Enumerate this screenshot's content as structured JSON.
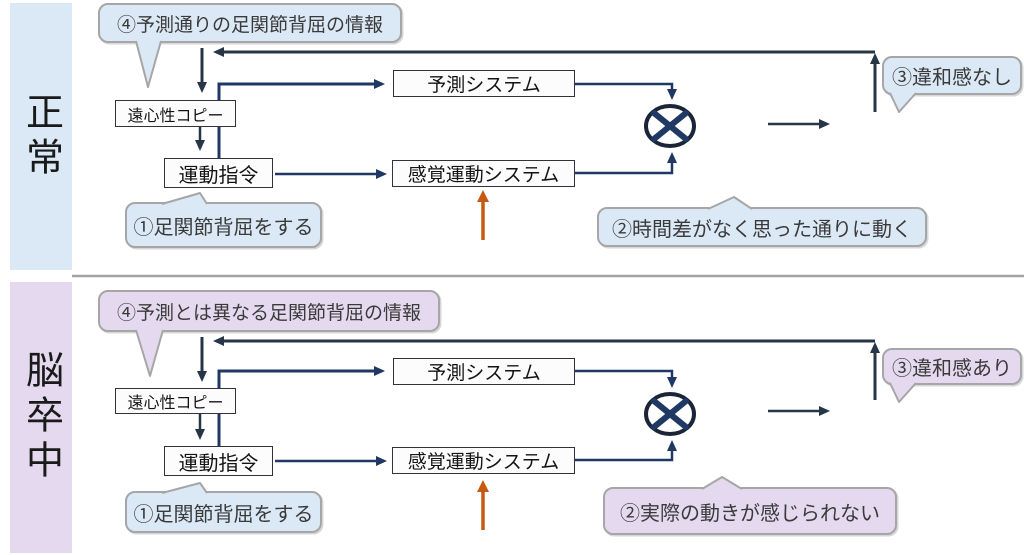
{
  "colors": {
    "panel_normal_fill": "#dbe8f5",
    "panel_stroke_fill": "#e4d9ef",
    "callout_border": "#a6a6a6",
    "navy_line": "#1f3864",
    "slate_line": "#273647",
    "afferent_orange": "#c55a11",
    "divider_gray": "#a3a3a3"
  },
  "panels": [
    {
      "id": "normal",
      "side_label": "正常",
      "boxes": {
        "efference": "遠心性コピー",
        "motor": "運動指令",
        "prediction": "予測システム",
        "sensorimotor": "感覚運動システム"
      },
      "callouts": {
        "info": "④予測通りの足関節背屈の情報",
        "action": "①足関節背屈をする",
        "movement": "②時間差がなく思った通りに動く",
        "feeling": "③違和感なし"
      }
    },
    {
      "id": "stroke",
      "side_label": "脳卒中",
      "boxes": {
        "efference": "遠心性コピー",
        "motor": "運動指令",
        "prediction": "予測システム",
        "sensorimotor": "感覚運動システム"
      },
      "callouts": {
        "info": "④予測とは異なる足関節背屈の情報",
        "action": "①足関節背屈をする",
        "movement": "②実際の動きが感じられない",
        "feeling": "③違和感あり"
      }
    }
  ]
}
